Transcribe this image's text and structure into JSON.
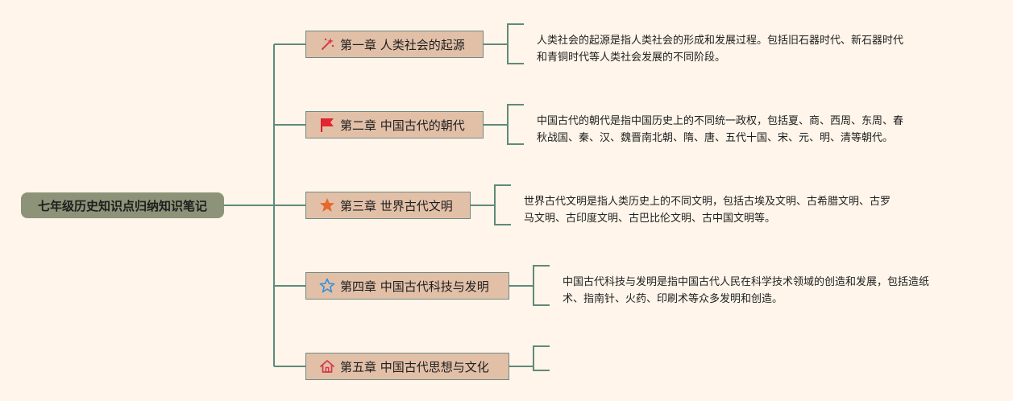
{
  "root": {
    "label": "七年级历史知识点归纳知识笔记"
  },
  "colors": {
    "background": "#fff5ea",
    "connector": "#5f8a7a",
    "root_fill": "#8d9378",
    "chapter_fill": "#e2c0a8"
  },
  "chapters": [
    {
      "label": "第一章 人类社会的起源",
      "icon": "sparkle-wand-icon",
      "desc": "人类社会的起源是指人类社会的形成和发展过程。包括旧石器时代、新石器时代\n和青铜时代等人类社会发展的不同阶段。"
    },
    {
      "label": "第二章 中国古代的朝代",
      "icon": "red-flag-icon",
      "desc": "中国古代的朝代是指中国历史上的不同统一政权，包括夏、商、西周、东周、春\n秋战国、秦、汉、魏晋南北朝、隋、唐、五代十国、宋、元、明、清等朝代。"
    },
    {
      "label": "第三章 世界古代文明",
      "icon": "orange-star-icon",
      "desc": "世界古代文明是指人类历史上的不同文明，包括古埃及文明、古希腊文明、古罗\n马文明、古印度文明、古巴比伦文明、古中国文明等。"
    },
    {
      "label": "第四章 中国古代科技与发明",
      "icon": "outline-star-icon",
      "desc": "中国古代科技与发明是指中国古代人民在科学技术领域的创造和发展，包括造纸\n术、指南针、火药、印刷术等众多发明和创造。"
    },
    {
      "label": "第五章 中国古代思想与文化",
      "icon": "home-icon",
      "desc": ""
    }
  ]
}
